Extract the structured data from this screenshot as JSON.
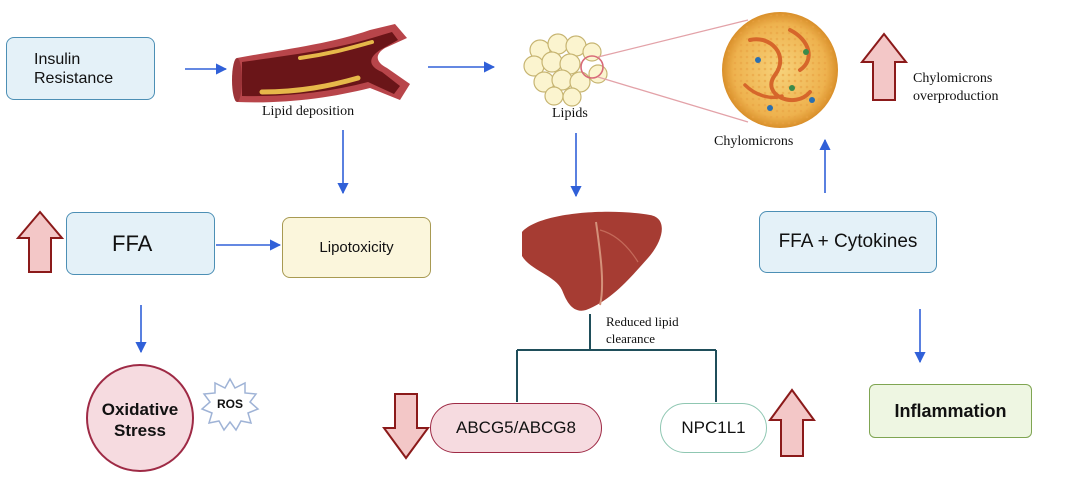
{
  "nodes": {
    "insulin_resistance": "Insulin\nResistance",
    "ffa": "FFA",
    "lipotoxicity": "Lipotoxicity",
    "oxidative_stress": "Oxidative\nStress",
    "ros": "ROS",
    "ffa_cytokines": "FFA + Cytokines",
    "inflammation": "Inflammation",
    "abcg": "ABCG5/ABCG8",
    "npc1l1": "NPC1L1"
  },
  "labels": {
    "lipid_deposition": "Lipid deposition",
    "lipids": "Lipids",
    "chylomicrons": "Chylomicrons",
    "chylomicrons_overproduction": "Chylomicrons\noverproduction",
    "reduced_lipid_clearance": "Reduced lipid\nclearance"
  },
  "colors": {
    "arrow_blue": "#3060d8",
    "updown_arrow": "#8b1a1a",
    "updown_fill": "#f3c7c7",
    "tree_line": "#1f4e5a",
    "blue_box_fill": "#e4f1f8",
    "blue_box_stroke": "#4c8fb5",
    "yellow_box_fill": "#fbf6dc",
    "yellow_box_stroke": "#a89a52",
    "pink_fill": "#f6dbe0",
    "pink_stroke": "#9e2a45",
    "green_box_fill": "#eef6e2",
    "green_box_stroke": "#7fa552",
    "mint_stroke": "#8fc7b2"
  },
  "icons": [
    "blood-vessel-icon",
    "lipid-droplets-icon",
    "chylomicron-icon",
    "liver-icon",
    "up-arrow-icon",
    "down-arrow-icon",
    "ros-burst-icon"
  ]
}
